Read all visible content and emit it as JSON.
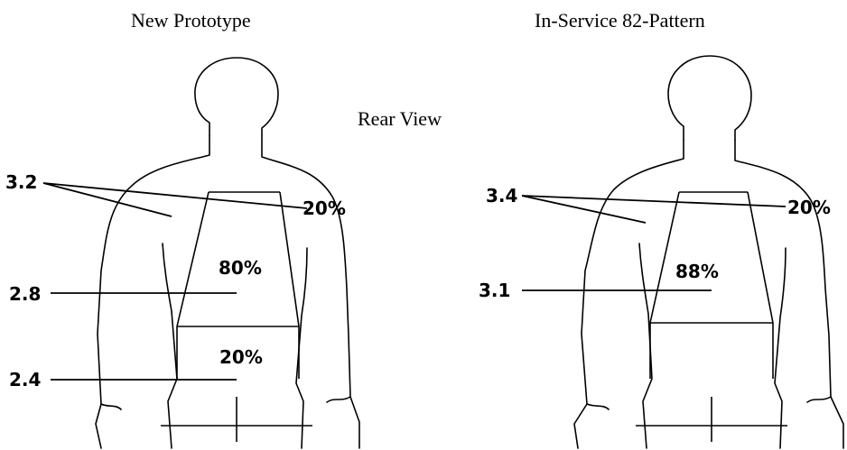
{
  "center_label": "Rear View",
  "panels": [
    {
      "title": "New Prototype",
      "callouts": {
        "shoulder_value": "3.2",
        "upper_back_value": "2.8",
        "lower_back_value": "2.4"
      },
      "zones": {
        "shoulder_pct": "20%",
        "upper_back_pct": "80%",
        "lower_back_pct": "20%"
      }
    },
    {
      "title": "In-Service 82-Pattern",
      "callouts": {
        "shoulder_value": "3.4",
        "upper_back_value": "3.1"
      },
      "zones": {
        "shoulder_pct": "20%",
        "upper_back_pct": "88%"
      }
    }
  ]
}
